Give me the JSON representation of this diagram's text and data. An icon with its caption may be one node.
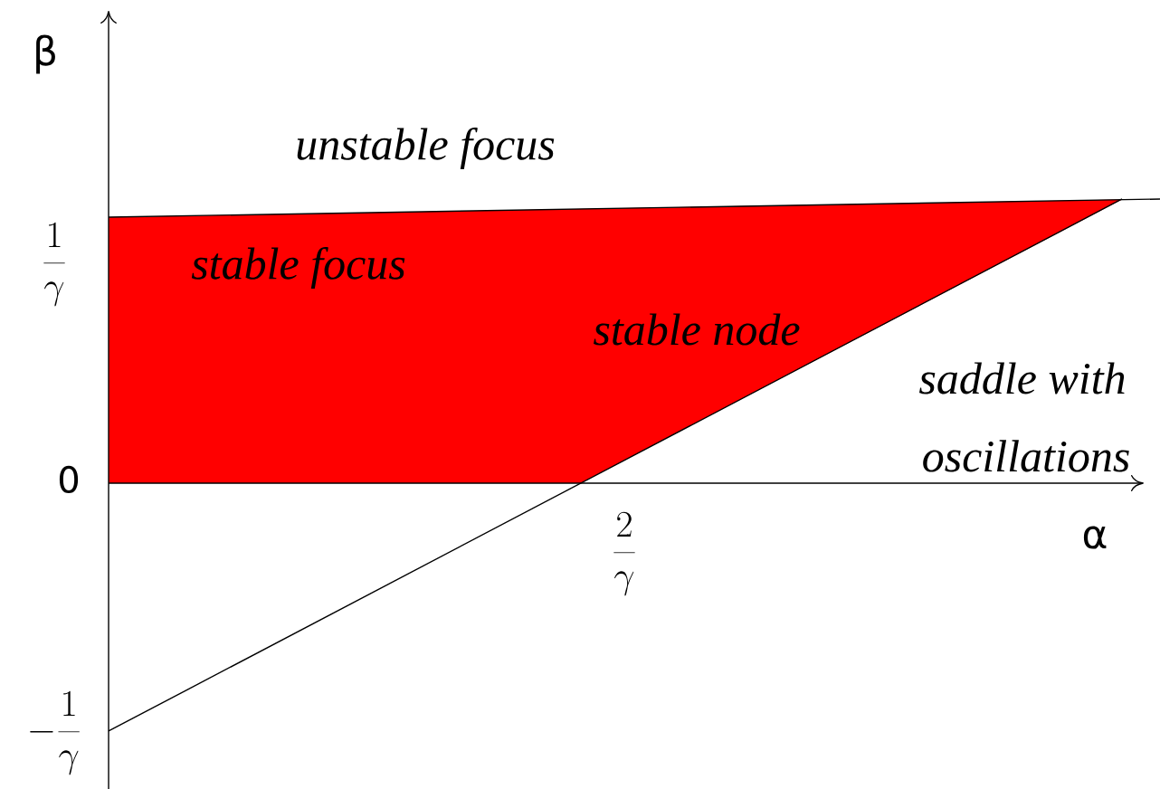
{
  "diagram": {
    "labels": [
      "β",
      "unstable focus",
      "\\frac{1}{\\gamma}",
      "stable focus",
      "stable node",
      "saddle with",
      "oscillations",
      "0",
      "\\frac{2}{\\gamma}",
      "α",
      "-\\frac{1}{\\gamma}"
    ]
  }
}
